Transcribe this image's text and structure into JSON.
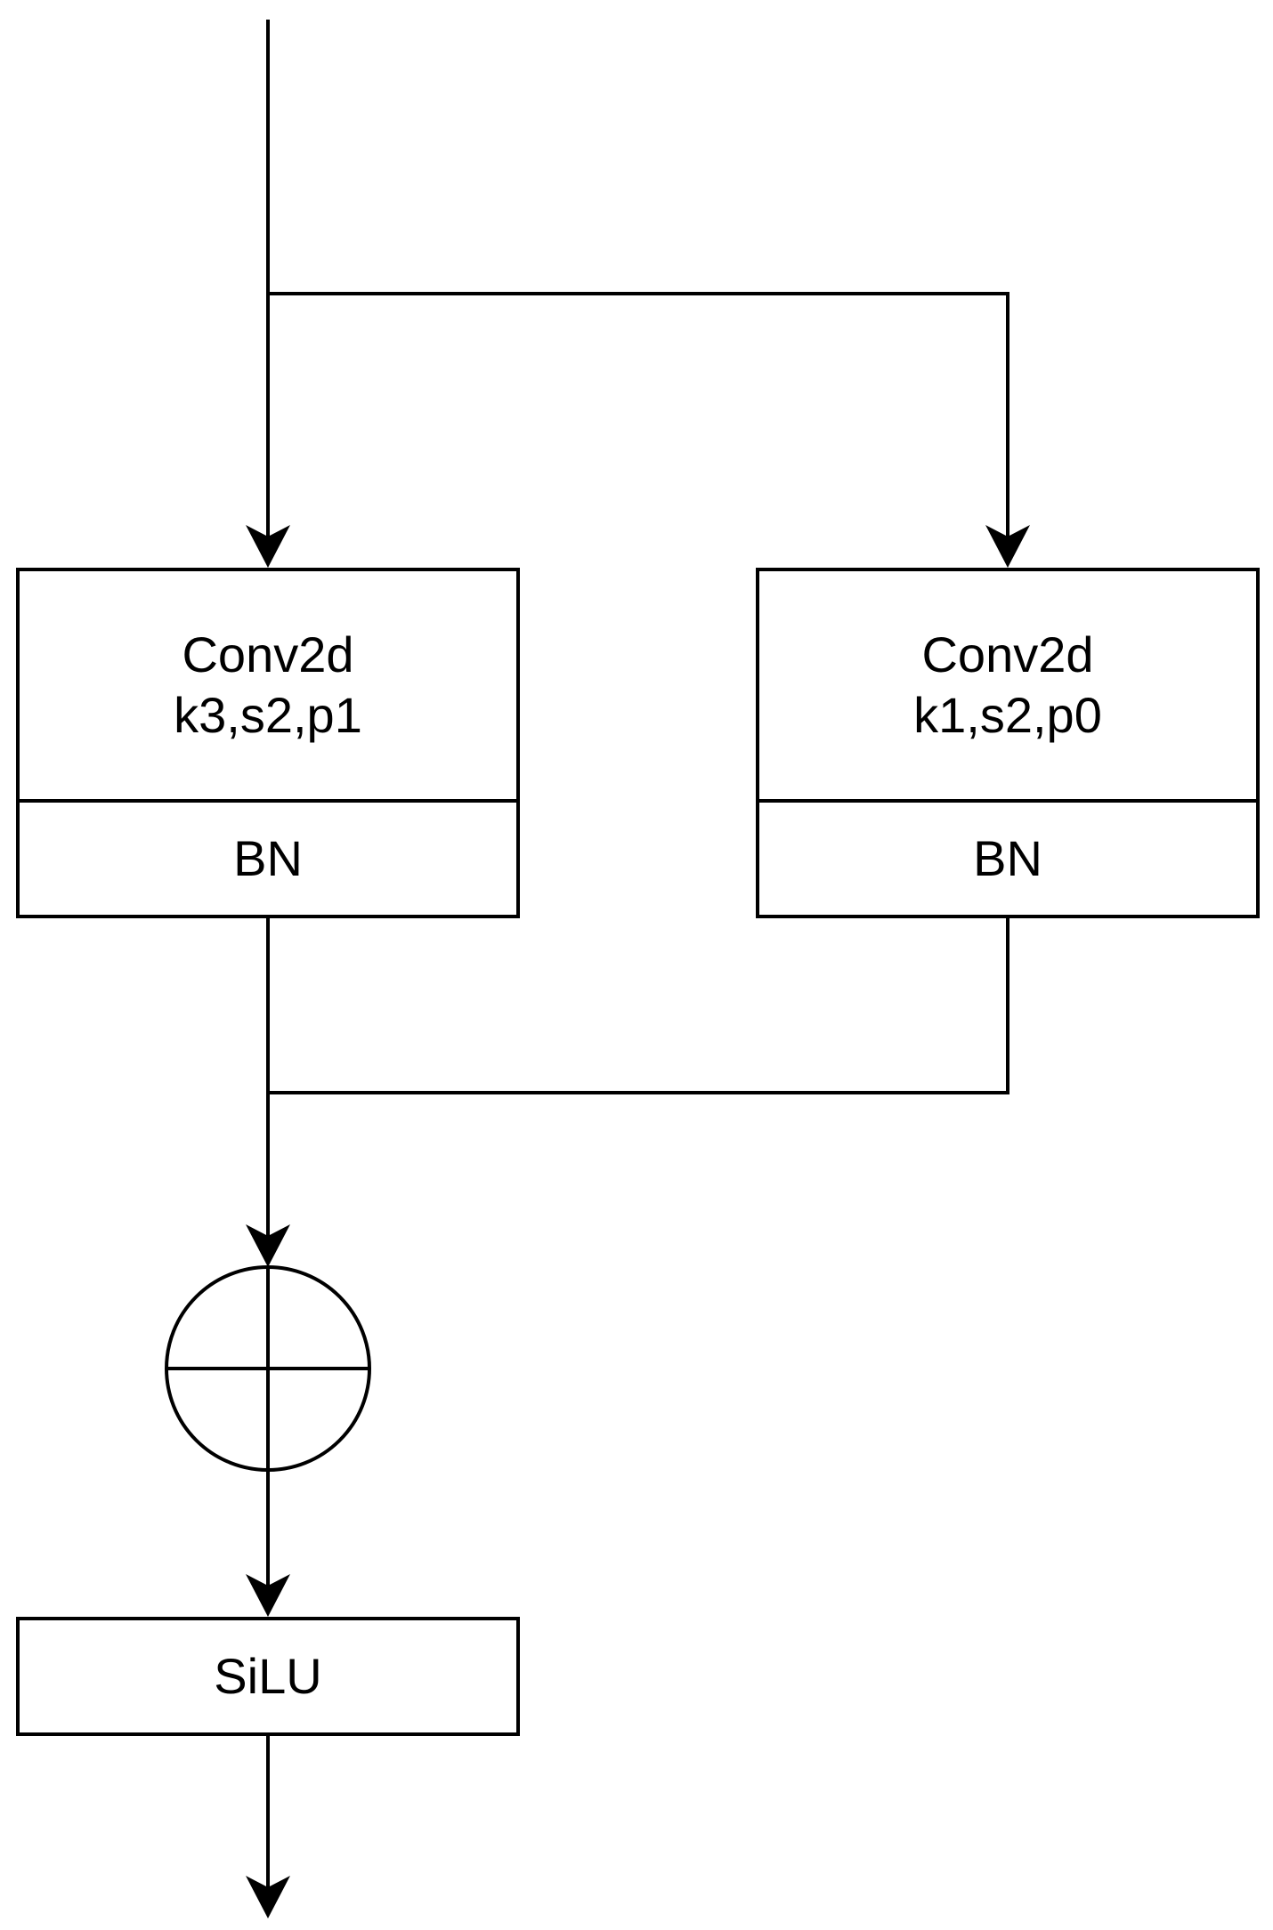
{
  "blocks": {
    "left_branch": {
      "conv": {
        "line1": "Conv2d",
        "line2": "k3,s2,p1"
      },
      "norm": "BN"
    },
    "right_branch": {
      "conv": {
        "line1": "Conv2d",
        "line2": "k1,s2,p0"
      },
      "norm": "BN"
    },
    "activation": "SiLU"
  },
  "colors": {
    "stroke": "#000000",
    "background": "#ffffff"
  },
  "icons": {
    "merge": "add-circle-icon"
  }
}
